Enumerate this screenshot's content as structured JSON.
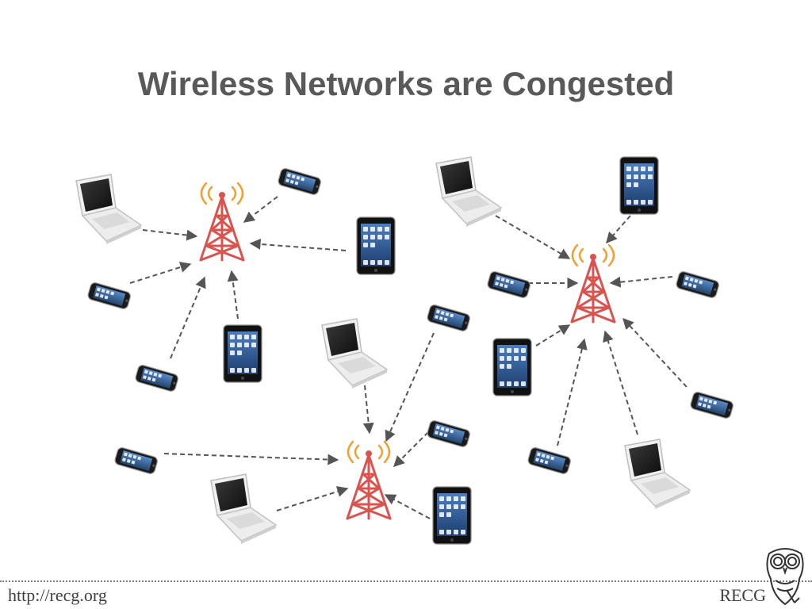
{
  "slide": {
    "title": "Wireless Networks are Congested"
  },
  "footer": {
    "url": "http://recg.org",
    "brand": "RECG"
  },
  "colors": {
    "tower": "#d9534f",
    "signal": "#f0a030",
    "link": "#555555"
  },
  "diagram": {
    "towers": [
      {
        "name": "tower-left"
      },
      {
        "name": "tower-right"
      },
      {
        "name": "tower-bottom"
      }
    ],
    "devices": [
      {
        "kind": "laptop",
        "tower": 0
      },
      {
        "kind": "phone",
        "tower": 0
      },
      {
        "kind": "tablet",
        "tower": 0
      },
      {
        "kind": "phone",
        "tower": 0
      },
      {
        "kind": "phone",
        "tower": 0
      },
      {
        "kind": "tablet",
        "tower": 0
      },
      {
        "kind": "laptop",
        "tower": 1
      },
      {
        "kind": "tablet",
        "tower": 1
      },
      {
        "kind": "phone",
        "tower": 1
      },
      {
        "kind": "phone",
        "tower": 1
      },
      {
        "kind": "tablet",
        "tower": 1
      },
      {
        "kind": "phone",
        "tower": 1
      },
      {
        "kind": "laptop",
        "tower": 1
      },
      {
        "kind": "phone",
        "tower": 1
      },
      {
        "kind": "laptop",
        "tower": 2
      },
      {
        "kind": "phone",
        "tower": 2
      },
      {
        "kind": "phone",
        "tower": 2
      },
      {
        "kind": "phone",
        "tower": 2
      },
      {
        "kind": "laptop",
        "tower": 2
      },
      {
        "kind": "tablet",
        "tower": 2
      }
    ]
  }
}
